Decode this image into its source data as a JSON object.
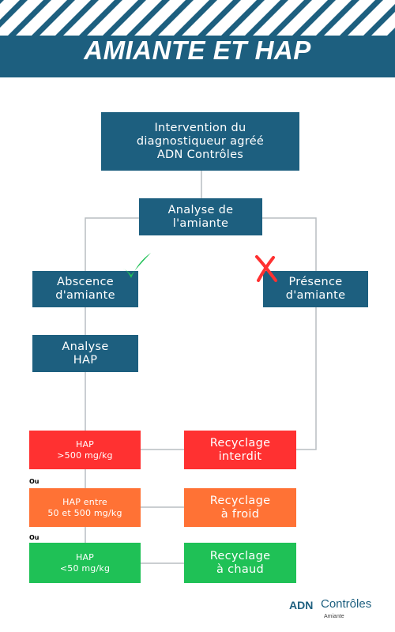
{
  "header": {
    "title": "AMIANTE ET HAP"
  },
  "nodes": {
    "intervention": [
      "Intervention du",
      "diagnostiqueur agréé",
      "ADN Contrôles"
    ],
    "analyse_amiante": [
      "Analyse de",
      "l'amiante"
    ],
    "absence": [
      "Abscence",
      "d'amiante"
    ],
    "presence": [
      "Présence",
      "d'amiante"
    ],
    "analyse_hap": [
      "Analyse",
      "HAP"
    ],
    "hap_500": [
      "HAP",
      ">500 mg/kg"
    ],
    "hap_50_500": [
      "HAP entre",
      "50 et 500 mg/kg"
    ],
    "hap_50": [
      "HAP",
      "<50 mg/kg"
    ],
    "recyclage_interdit": [
      "Recyclage",
      "interdit"
    ],
    "recyclage_froid": [
      "Recyclage",
      "à froid"
    ],
    "recyclage_chaud": [
      "Recyclage",
      "à chaud"
    ]
  },
  "separators": [
    "Ou",
    "Ou"
  ],
  "logo": {
    "mark": "ADN",
    "name": "Contrôles",
    "subtitle": "Amiante"
  },
  "colors": {
    "blue": "#1d5f7f",
    "red": "#ff3131",
    "orange": "#ff7235",
    "green": "#1fc156",
    "check": "#1fc156",
    "cross": "#ff3131"
  },
  "icons": {
    "absence": "check-icon",
    "presence": "cross-icon"
  }
}
